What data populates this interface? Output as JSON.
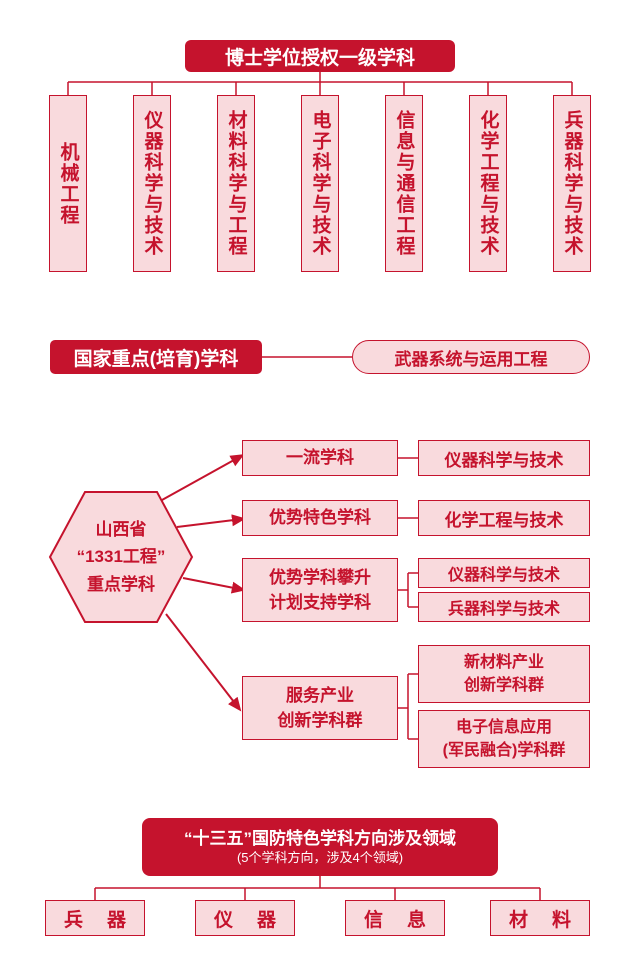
{
  "colors": {
    "red": "#c5132d",
    "pink": "#f9dadd"
  },
  "doctoral": {
    "title": "博士学位授权一级学科",
    "disciplines": [
      "机械工程",
      "仪器科学与技术",
      "材料科学与工程",
      "电子科学与技术",
      "信息与通信工程",
      "化学工程与技术",
      "兵器科学与技术"
    ]
  },
  "national_key": {
    "label": "国家重点(培育)学科",
    "discipline": "武器系统与运用工程"
  },
  "shanxi_1331": {
    "hexagon": "山西省\n“1331工程”\n重点学科",
    "rows": [
      {
        "category": "一流学科",
        "disciplines": [
          "仪器科学与技术"
        ]
      },
      {
        "category": "优势特色学科",
        "disciplines": [
          "化学工程与技术"
        ]
      },
      {
        "category": "优势学科攀升\n计划支持学科",
        "disciplines": [
          "仪器科学与技术",
          "兵器科学与技术"
        ]
      },
      {
        "category": "服务产业\n创新学科群",
        "disciplines": [
          "新材料产业\n创新学科群",
          "电子信息应用\n(军民融合)学科群"
        ]
      }
    ]
  },
  "five_year": {
    "title": "“十三五”国防特色学科方向涉及领域",
    "subtitle": "(5个学科方向，涉及4个领域)",
    "fields": [
      "兵器",
      "仪器",
      "信息",
      "材料"
    ]
  }
}
